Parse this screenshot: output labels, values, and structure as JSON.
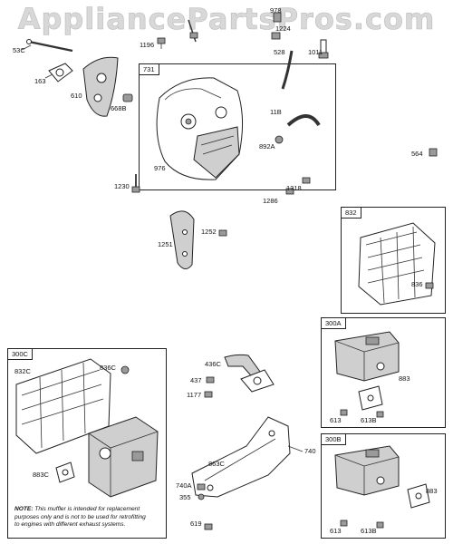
{
  "watermark": "AppliancePartsPros.com",
  "boxes": {
    "b731": "731",
    "b832": "832",
    "b300c": "300C",
    "b300a": "300A",
    "b300b": "300B"
  },
  "labels": {
    "l53c": "53C",
    "l163": "163",
    "l610": "610",
    "l668b": "668B",
    "l1196": "1196",
    "l978": "978",
    "l1224": "1224",
    "l528": "528",
    "l1011": "1011",
    "l976": "976",
    "l11b": "11B",
    "l892a": "892A",
    "l1230": "1230",
    "l1318": "1318",
    "l1286": "1286",
    "l564": "564",
    "l1251": "1251",
    "l1252": "1252",
    "l836": "836",
    "l832c": "832C",
    "l836c": "836C",
    "l883c": "883C",
    "l436c": "436C",
    "l437": "437",
    "l1177": "1177",
    "l863c": "863C",
    "l740a": "740A",
    "l355": "355",
    "l619": "619",
    "l740": "740",
    "l883a": "883",
    "l613a": "613",
    "l613ba": "613B",
    "l883b": "883",
    "l613b": "613",
    "l613bb": "613B"
  },
  "note": {
    "title": "NOTE:",
    "text": "This muffler is intended for replacement purposes only and is not to be used for retrofitting to engines with different exhaust systems."
  }
}
